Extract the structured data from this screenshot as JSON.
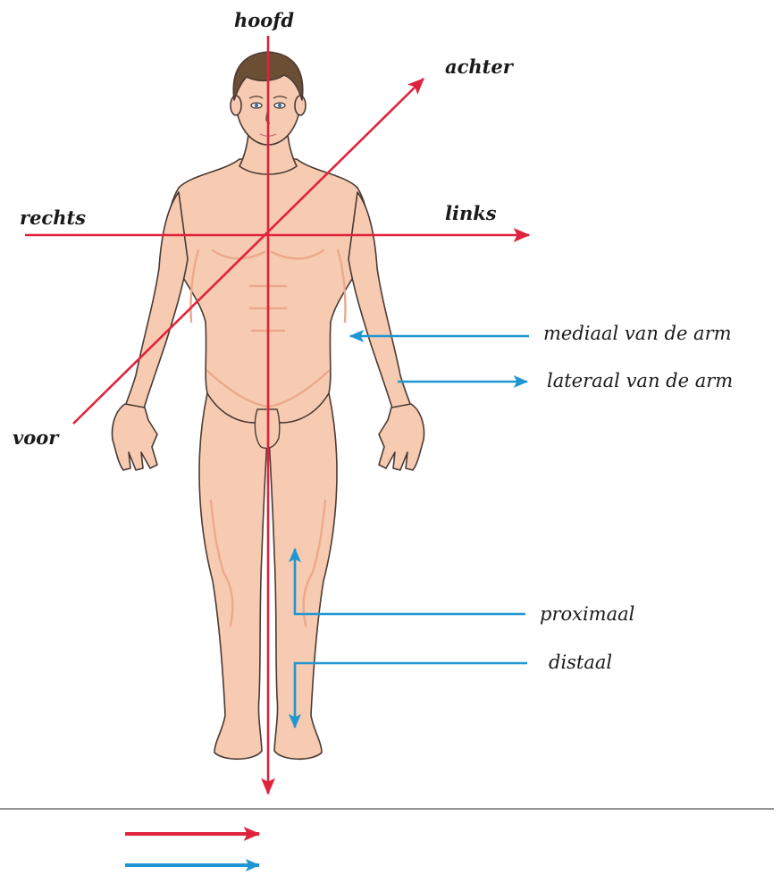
{
  "labels": {
    "head": "hoofd",
    "back": "achter",
    "right": "rechts",
    "left": "links",
    "front": "voor",
    "medial_arm": "mediaal van de arm",
    "lateral_arm": "lateraal van de arm",
    "proximal": "proximaal",
    "distal": "distaal"
  },
  "colors": {
    "red_arrow": "#e0233c",
    "blue_arrow": "#1e96d2",
    "skin": "#f7cbb2",
    "skin_shade": "#eba98c",
    "outline": "#4a3a34",
    "hair": "#6b4f35",
    "rule": "#6d6d6d"
  }
}
